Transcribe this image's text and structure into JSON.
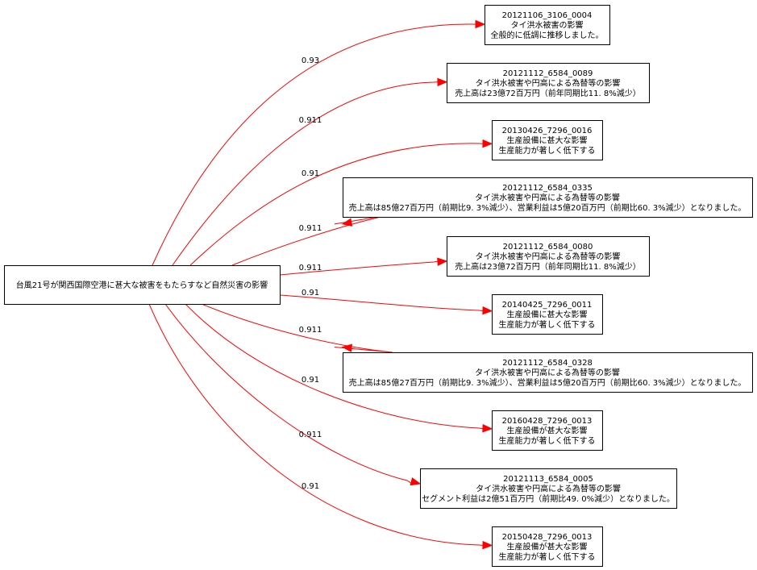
{
  "colors": {
    "edge": "#ff0000",
    "node_border": "#000000",
    "background": "#ffffff"
  },
  "source": {
    "lines": [
      "台風21号が関西国際空港に甚大な被害をもたらすなど自然災害の影響"
    ]
  },
  "targets": [
    {
      "lines": [
        "20121106_3106_0004",
        "タイ洪水被害の影響",
        "全般的に低調に推移しました。"
      ],
      "weight": "0.93"
    },
    {
      "lines": [
        "20121112_6584_0089",
        "タイ洪水被害や円高による為替等の影響",
        "売上高は23億72百万円（前年同期比11. 8%減少）"
      ],
      "weight": "0.911"
    },
    {
      "lines": [
        "20130426_7296_0016",
        "生産設備に甚大な影響",
        "生産能力が著しく低下する"
      ],
      "weight": "0.91"
    },
    {
      "lines": [
        "20121112_6584_0335",
        "タイ洪水被害や円高による為替等の影響",
        "売上高は85億27百万円（前期比9. 3%減少）、営業利益は5億20百万円（前期比60. 3%減少）となりました。"
      ],
      "weight": "0.911"
    },
    {
      "lines": [
        "20121112_6584_0080",
        "タイ洪水被害や円高による為替等の影響",
        "売上高は23億72百万円（前年同期比11. 8%減少）"
      ],
      "weight": "0.911"
    },
    {
      "lines": [
        "20140425_7296_0011",
        "生産設備に甚大な影響",
        "生産能力が著しく低下する"
      ],
      "weight": "0.91"
    },
    {
      "lines": [
        "20121112_6584_0328",
        "タイ洪水被害や円高による為替等の影響",
        "売上高は85億27百万円（前期比9. 3%減少）、営業利益は5億20百万円（前期比60. 3%減少）となりました。"
      ],
      "weight": "0.911"
    },
    {
      "lines": [
        "20160428_7296_0013",
        "生産設備が甚大な影響",
        "生産能力が著しく低下する"
      ],
      "weight": "0.91"
    },
    {
      "lines": [
        "20121113_6584_0005",
        "タイ洪水被害や円高による為替等の影響",
        "セグメント利益は2億51百万円（前期比49. 0%減少）となりました。"
      ],
      "weight": "0.911"
    },
    {
      "lines": [
        "20150428_7296_0013",
        "生産設備が甚大な影響",
        "生産能力が著しく低下する"
      ],
      "weight": "0.91"
    }
  ]
}
